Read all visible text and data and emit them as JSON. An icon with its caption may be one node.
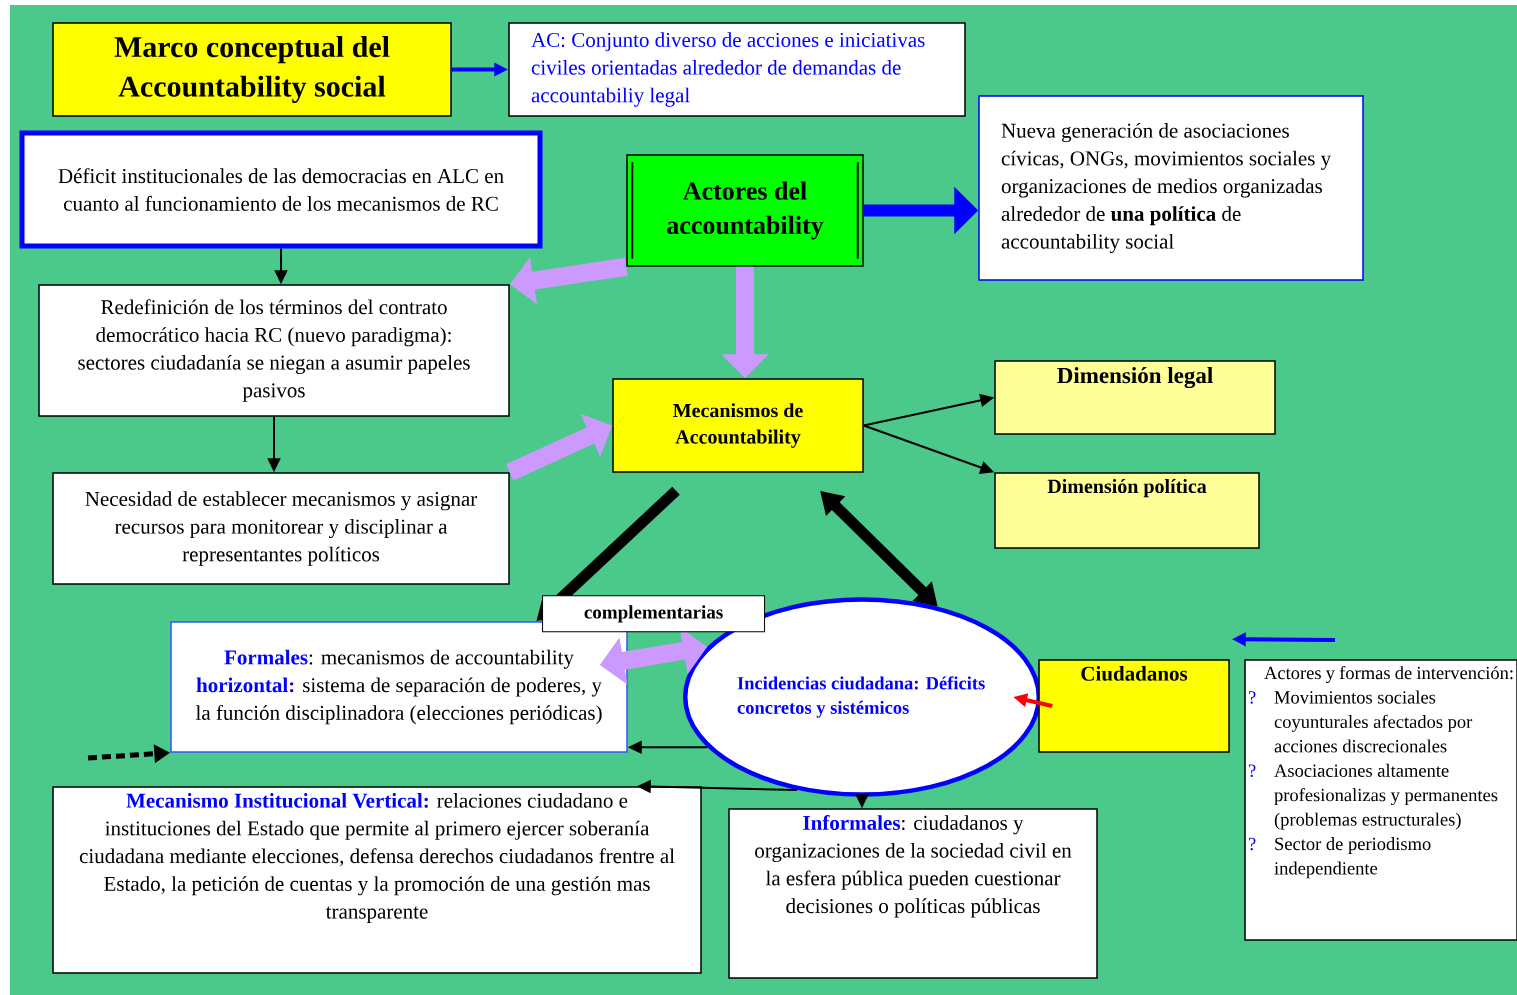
{
  "diagram": {
    "nodes": [
      {
        "text": [
          "Marco conceptual del Accountability social"
        ]
      },
      {
        "text": [
          "AC: Conjunto diverso de acciones e iniciativas civiles orientadas alrededor de demandas de accountabiliy legal"
        ]
      },
      {
        "text": [
          "Déficit institucionales de las democracias en ALC en cuanto al funcionamiento de los mecanismos de RC"
        ]
      },
      {
        "text": [
          "Actores del accountability"
        ]
      },
      {
        "text": [
          "Nueva generación de asociaciones cívicas, ONGs, movimientos sociales y organizaciones de medios organizadas alrededor de **una política** de accountability social"
        ]
      },
      {
        "text": [
          "Redefinición de los términos del contrato democrático hacia RC (nuevo paradigma): sectores ciudadanía se niegan a asumir papeles pasivos"
        ]
      },
      {
        "text": [
          "Necesidad de establecer mecanismos y asignar recursos para monitorear y disciplinar a representantes políticos"
        ]
      },
      {
        "text": [
          "Mecanismos de Accountability"
        ]
      },
      {
        "text": [
          "Dimensión legal"
        ]
      },
      {
        "text": [
          "Dimensión política"
        ]
      },
      {
        "text": [
          "**Formales**: mecanismos de accountability **horizontal:** sistema de separación de poderes, y la función disciplinadora (elecciones periódicas)"
        ]
      },
      {
        "text": [
          "Incidencias ciudadana: Déficits concretos y sistémicos"
        ]
      },
      {
        "text": [
          "Ciudadanos"
        ]
      },
      {
        "text": [
          "Actores y formas de intervención:",
          "Movimientos sociales coyunturales afectados por acciones discrecionales",
          "Asociaciones altamente profesionalizas y permanentes (problemas estructurales)",
          "Sector de periodismo independiente"
        ]
      },
      {
        "text": [
          "**Mecanismo Institucional Vertical:** relaciones ciudadano e instituciones del Estado que permite al primero ejercer soberanía ciudadana mediante elecciones, defensa derechos ciudadanos frentre al Estado, la petición de cuentas y la promoción de una gestión mas transparente"
        ]
      },
      {
        "text": [
          "**Informales**: ciudadanos y organizaciones de la sociedad civil en la esfera pública pueden cuestionar decisiones o políticas públicas"
        ]
      }
    ],
    "edges": [
      {
        "from": 0,
        "to": 1,
        "arrow": "to",
        "color": "#0000ff"
      },
      {
        "from": 3,
        "to": 4,
        "arrow": "to",
        "style": "thick",
        "color": "#0000ff"
      },
      {
        "from": 2,
        "to": 5,
        "arrow": "to"
      },
      {
        "from": 3,
        "to": 5,
        "arrow": "to",
        "style": "thick",
        "color": "#cc99ff"
      },
      {
        "from": 3,
        "to": 7,
        "arrow": "to",
        "style": "thick",
        "color": "#cc99ff"
      },
      {
        "from": 5,
        "to": 6,
        "arrow": "to"
      },
      {
        "from": 6,
        "to": 7,
        "arrow": "to",
        "style": "thick",
        "color": "#cc99ff"
      },
      {
        "from": 7,
        "to": 8,
        "arrow": "to"
      },
      {
        "from": 7,
        "to": 9,
        "arrow": "to"
      },
      {
        "from": 7,
        "to": 10,
        "arrow": "to",
        "style": "thick"
      },
      {
        "from": 7,
        "to": 11,
        "arrow": "both",
        "style": "thick"
      },
      {
        "from": 10,
        "to": 11,
        "arrow": "both",
        "style": "thick",
        "color": "#cc99ff",
        "label": "complementarias"
      },
      {
        "from": 11,
        "to": 10,
        "arrow": "to"
      },
      {
        "from": 11,
        "to": 14,
        "arrow": "to"
      },
      {
        "from": 11,
        "to": 15,
        "arrow": "to"
      },
      {
        "from": 12,
        "to": 11,
        "arrow": "to",
        "color": "#ff0000"
      },
      {
        "from": null,
        "to": 12,
        "arrow": "to",
        "color": "#0000ff"
      },
      {
        "from": null,
        "to": 10,
        "arrow": "to",
        "style": "dashed"
      }
    ],
    "labels": [
      "?",
      "?",
      "?"
    ]
  }
}
